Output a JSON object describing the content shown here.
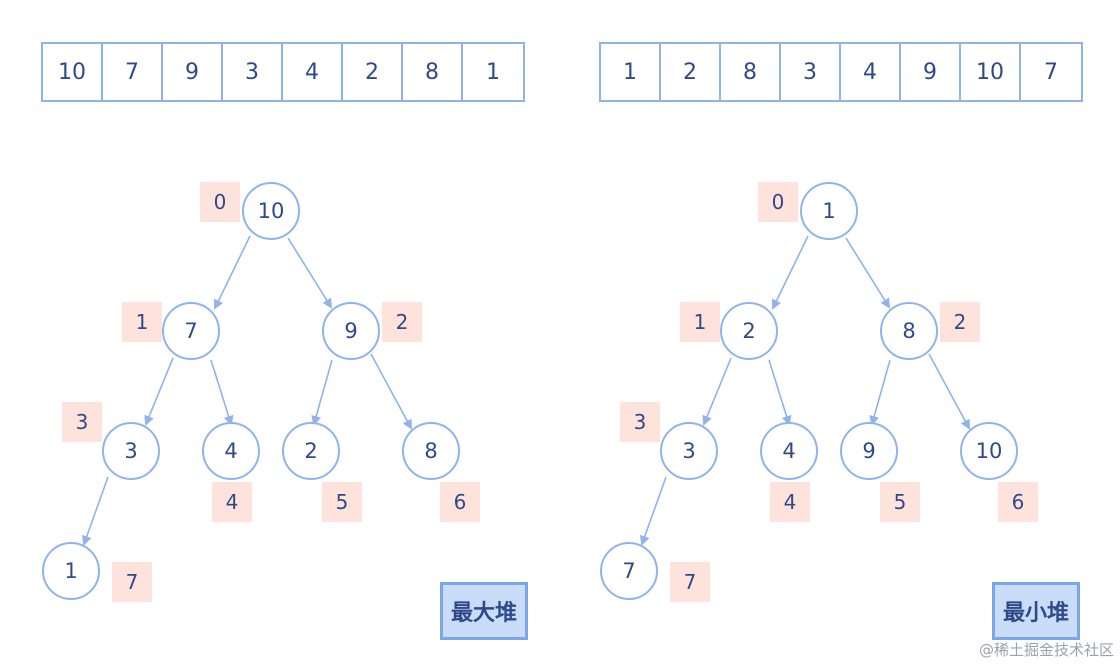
{
  "left": {
    "array": [
      "10",
      "7",
      "9",
      "3",
      "4",
      "2",
      "8",
      "1"
    ],
    "nodes": [
      "10",
      "7",
      "9",
      "3",
      "4",
      "2",
      "8",
      "1"
    ],
    "indices": [
      "0",
      "1",
      "2",
      "3",
      "4",
      "5",
      "6",
      "7"
    ],
    "label": "最大堆"
  },
  "right": {
    "array": [
      "1",
      "2",
      "8",
      "3",
      "4",
      "9",
      "10",
      "7"
    ],
    "nodes": [
      "1",
      "2",
      "8",
      "3",
      "4",
      "9",
      "10",
      "7"
    ],
    "indices": [
      "0",
      "1",
      "2",
      "3",
      "4",
      "5",
      "6",
      "7"
    ],
    "label": "最小堆"
  },
  "watermark": "@稀土掘金技术社区",
  "colors": {
    "stroke": "#8fb4ea",
    "index_bg": "#fde3dc",
    "label_bg": "#c9dcf8",
    "text": "#2f4a8a"
  }
}
